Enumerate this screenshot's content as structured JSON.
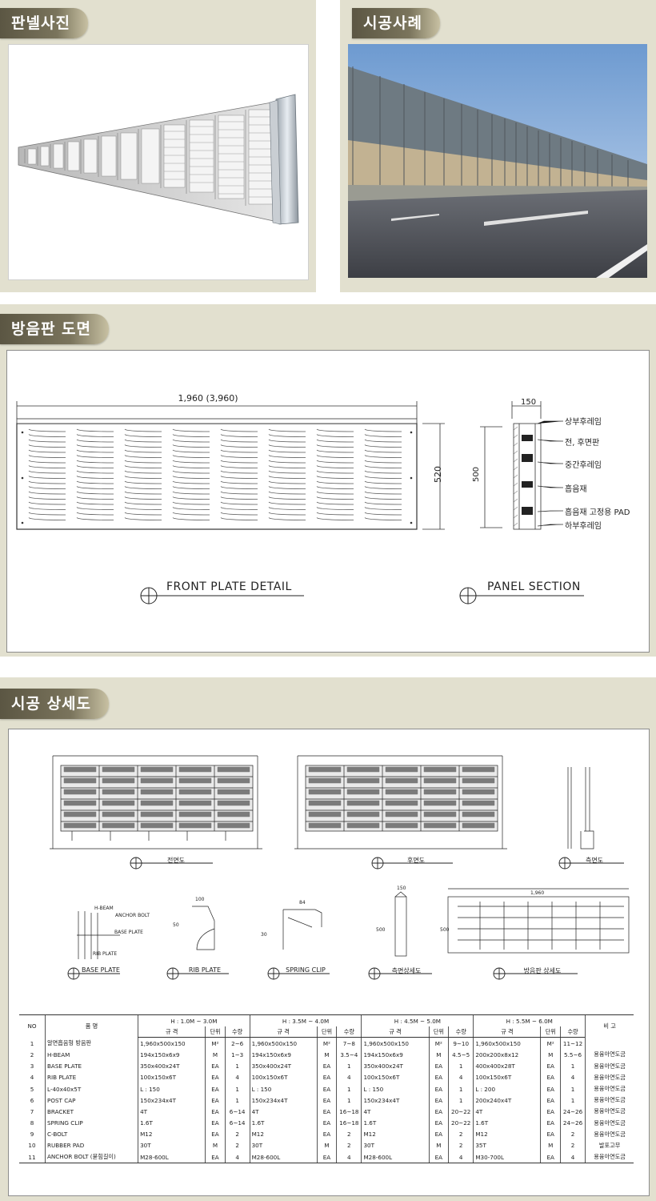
{
  "sections": {
    "panel_photo": {
      "title": "판넬사진"
    },
    "case_study": {
      "title": "시공사례"
    },
    "drawing": {
      "title": "방음판 도면",
      "width_dim": "1,960 (3,960)",
      "height_dim": "520",
      "section_width": "150",
      "section_height": "500",
      "front_caption": "FRONT PLATE DETAIL",
      "section_caption": "PANEL SECTION",
      "callouts": [
        "상부후레임",
        "전, 후면판",
        "중간후레임",
        "흡음재",
        "흡음재 고정용 PAD",
        "하부후레임"
      ]
    },
    "construction": {
      "title": "시공 상세도",
      "view_labels": [
        "전면도",
        "후면도",
        "측면도"
      ],
      "detail_labels": [
        "BASE PLATE",
        "RIB PLATE",
        "SPRING CLIP",
        "측면상세도",
        "방음판 상세도"
      ],
      "detail_notes": [
        "H-BEAM",
        "ANCHOR BOLT",
        "BASE PLATE",
        "RIB PLATE",
        "100",
        "50",
        "84",
        "30",
        "150",
        "500",
        "1,960",
        "500"
      ]
    }
  },
  "spec_table": {
    "head_no": "NO",
    "head_item": "품          명",
    "head_note": "비     고",
    "groups": [
      "H : 1.0M ~ 3.0M",
      "H : 3.5M ~ 4.0M",
      "H : 4.5M ~ 5.0M",
      "H : 5.5M ~ 6.0M"
    ],
    "sub": [
      "규     격",
      "단위",
      "수량"
    ],
    "rows": [
      [
        "1",
        "알면흡음형 방음판",
        "1,960x500x150",
        "M²",
        "2~6",
        "1,960x500x150",
        "M²",
        "7~8",
        "1,960x500x150",
        "M²",
        "9~10",
        "1,960x500x150",
        "M²",
        "11~12",
        ""
      ],
      [
        "2",
        "H-BEAM",
        "194x150x6x9",
        "M",
        "1~3",
        "194x150x6x9",
        "M",
        "3.5~4",
        "194x150x6x9",
        "M",
        "4.5~5",
        "200x200x8x12",
        "M",
        "5.5~6",
        "용융아연도금"
      ],
      [
        "3",
        "BASE PLATE",
        "350x400x24T",
        "EA",
        "1",
        "350x400x24T",
        "EA",
        "1",
        "350x400x24T",
        "EA",
        "1",
        "400x400x28T",
        "EA",
        "1",
        "용융아연도금"
      ],
      [
        "4",
        "RIB PLATE",
        "100x150x6T",
        "EA",
        "4",
        "100x150x6T",
        "EA",
        "4",
        "100x150x6T",
        "EA",
        "4",
        "100x150x6T",
        "EA",
        "4",
        "용융아연도금"
      ],
      [
        "5",
        "L-40x40x5T",
        "L : 150",
        "EA",
        "1",
        "L : 150",
        "EA",
        "1",
        "L : 150",
        "EA",
        "1",
        "L : 200",
        "EA",
        "1",
        "용융아연도금"
      ],
      [
        "6",
        "POST CAP",
        "150x234x4T",
        "EA",
        "1",
        "150x234x4T",
        "EA",
        "1",
        "150x234x4T",
        "EA",
        "1",
        "200x240x4T",
        "EA",
        "1",
        "용융아연도금"
      ],
      [
        "7",
        "BRACKET",
        "4T",
        "EA",
        "6~14",
        "4T",
        "EA",
        "16~18",
        "4T",
        "EA",
        "20~22",
        "4T",
        "EA",
        "24~26",
        "용융아연도금"
      ],
      [
        "8",
        "SPRING CLIP",
        "1.6T",
        "EA",
        "6~14",
        "1.6T",
        "EA",
        "16~18",
        "1.6T",
        "EA",
        "20~22",
        "1.6T",
        "EA",
        "24~26",
        "용융아연도금"
      ],
      [
        "9",
        "C-BOLT",
        "M12",
        "EA",
        "2",
        "M12",
        "EA",
        "2",
        "M12",
        "EA",
        "2",
        "M12",
        "EA",
        "2",
        "용융아연도금"
      ],
      [
        "10",
        "RUBBER PAD",
        "30T",
        "M",
        "2",
        "30T",
        "M",
        "2",
        "30T",
        "M",
        "2",
        "35T",
        "M",
        "2",
        "발포고무"
      ],
      [
        "11",
        "ANCHOR BOLT (묻힘길이)",
        "M28-600L",
        "EA",
        "4",
        "M28-600L",
        "EA",
        "4",
        "M28-600L",
        "EA",
        "4",
        "M30-700L",
        "EA",
        "4",
        "용융아연도금"
      ]
    ]
  },
  "colors": {
    "band": "#e2e0cf",
    "tab_dark": "#5b5643",
    "tab_light": "#c7c0a2"
  }
}
